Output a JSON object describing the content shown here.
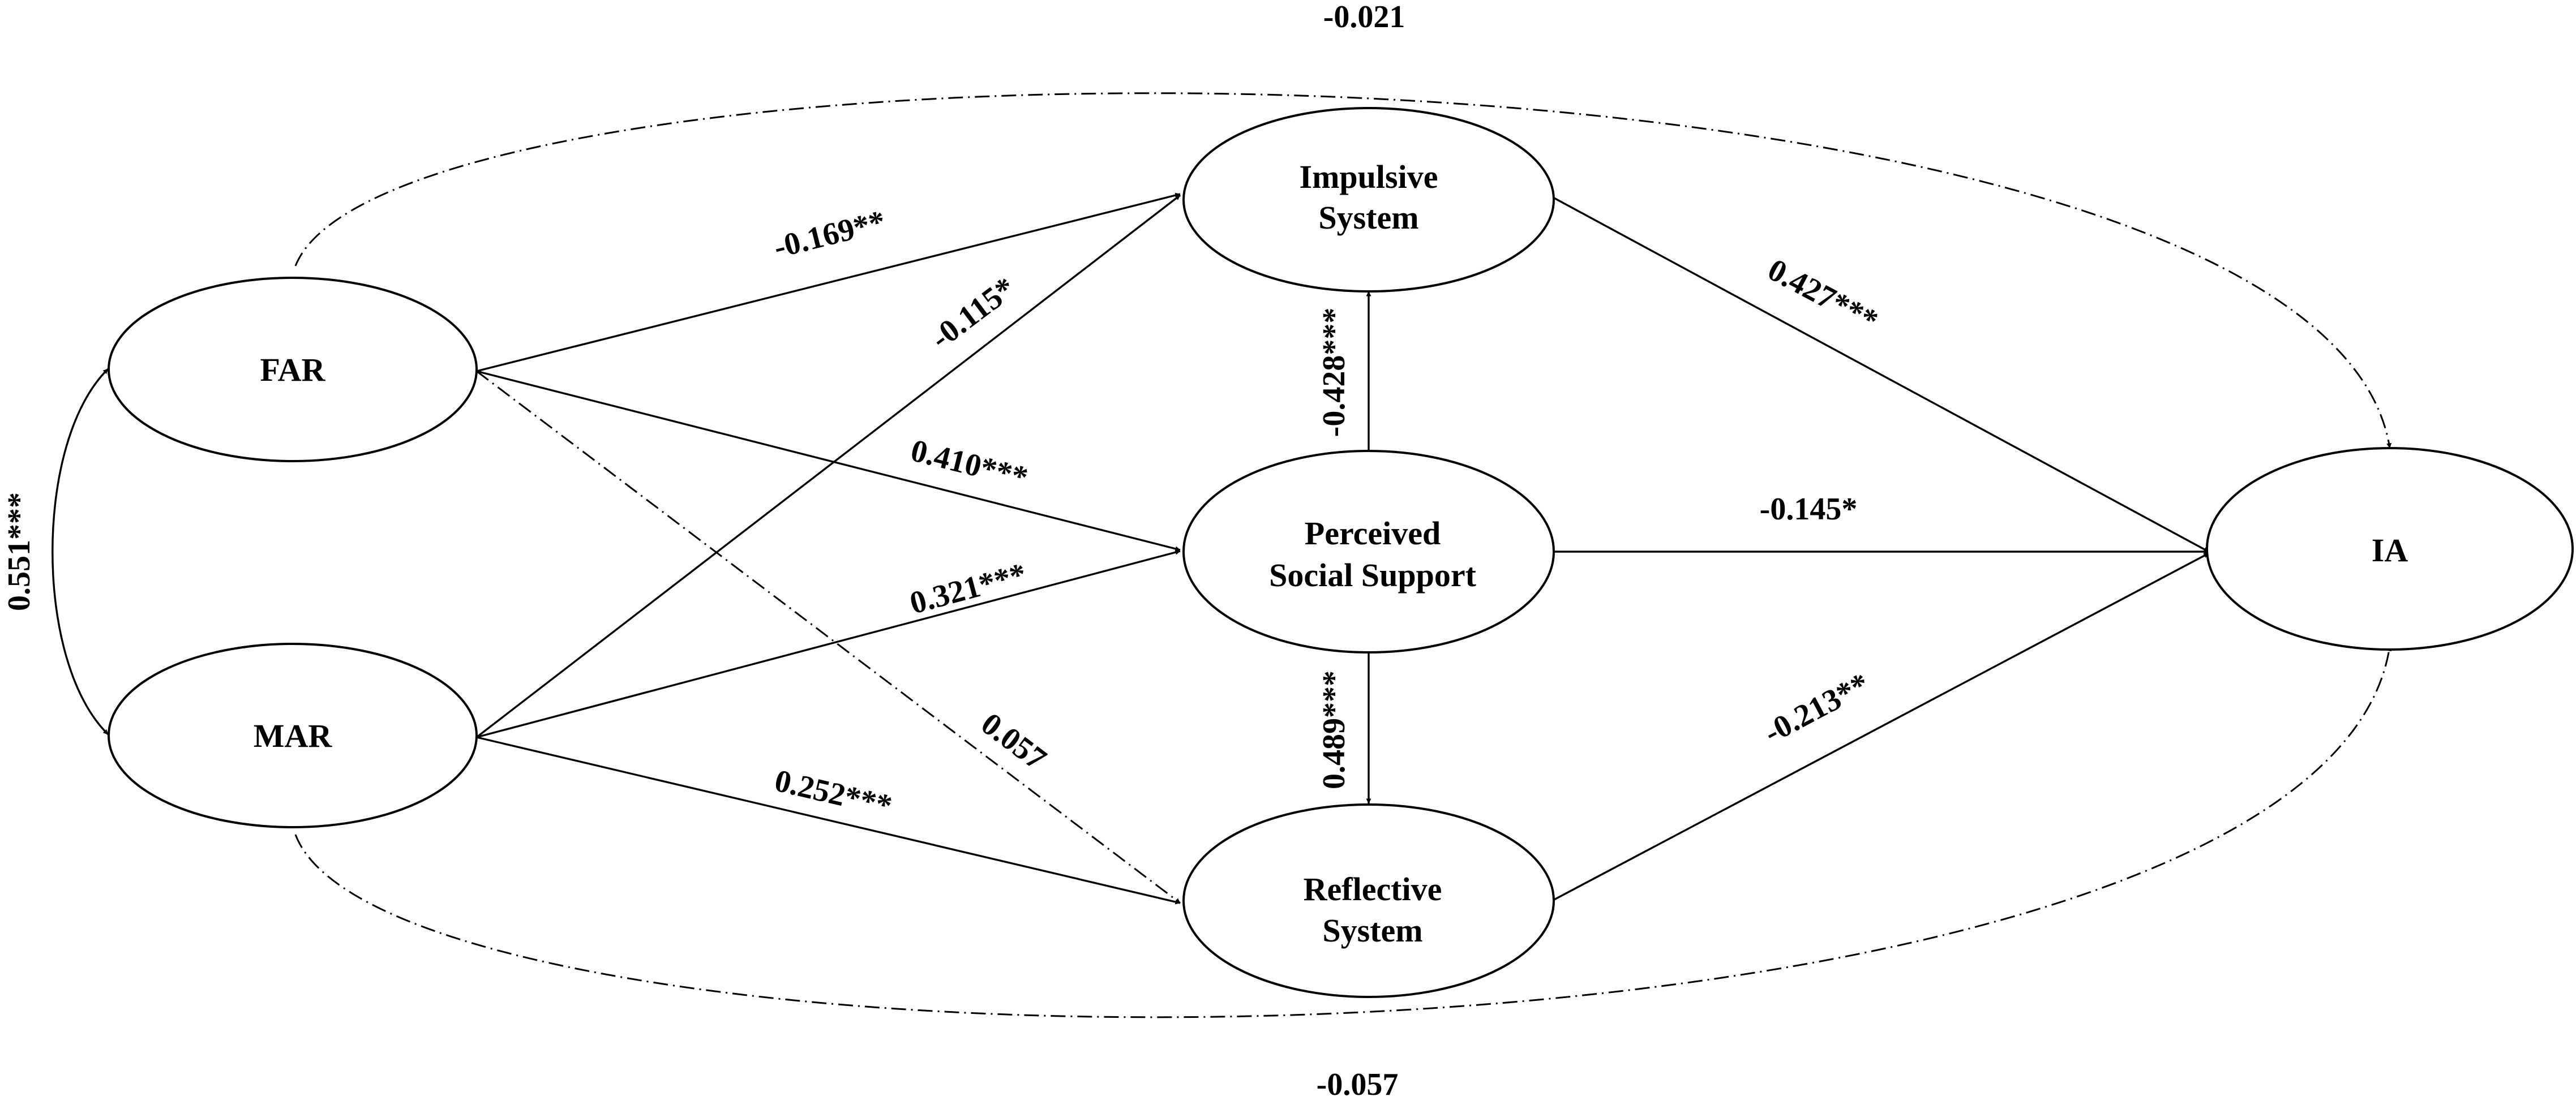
{
  "nodes": {
    "far": {
      "label": "FAR"
    },
    "mar": {
      "label": "MAR"
    },
    "impulsive": {
      "line1": "Impulsive",
      "line2": "System"
    },
    "pss": {
      "line1": "Perceived",
      "line2": "Social Support"
    },
    "reflective": {
      "line1": "Reflective",
      "line2": "System"
    },
    "ia": {
      "label": "IA"
    }
  },
  "paths": {
    "far_mar": "0.551***",
    "far_impulsive": "-0.169**",
    "mar_impulsive": "-0.115*",
    "far_pss": "0.410***",
    "mar_pss": "0.321***",
    "far_reflective": "0.057",
    "mar_reflective": "0.252***",
    "pss_impulsive": "-0.428***",
    "pss_reflective": "0.489***",
    "impulsive_ia": "0.427***",
    "pss_ia": "-0.145*",
    "reflective_ia": "-0.213**",
    "far_ia": "-0.021",
    "mar_ia": "-0.057"
  }
}
